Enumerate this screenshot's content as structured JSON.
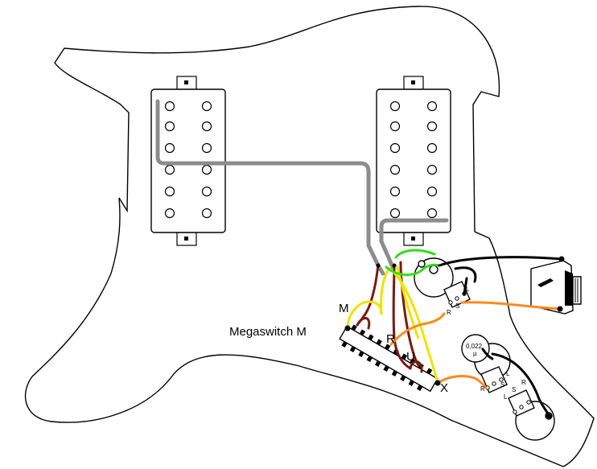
{
  "diagram": {
    "switch_label": "Megaswitch M",
    "switch_terminals": {
      "m": "M",
      "r": "R",
      "u": "U",
      "x": "X"
    },
    "volume_pot_lugs": {
      "l": "L",
      "s": "S",
      "r": "R"
    },
    "tone_pot_lugs": {
      "l": "L",
      "s": "S",
      "r": "R"
    },
    "tone2_pot_lugs": {
      "l": "L",
      "s": "S",
      "r": "R"
    },
    "capacitor_value": "0,022",
    "capacitor_unit": "µ"
  },
  "colors": {
    "outline": "#000000",
    "pickup_lead": "#8c8c8c",
    "wire_brown": "#7a1a10",
    "wire_yellow": "#f2e200",
    "wire_green": "#2ee016",
    "wire_orange": "#ff8a1e",
    "wire_black": "#000000"
  }
}
